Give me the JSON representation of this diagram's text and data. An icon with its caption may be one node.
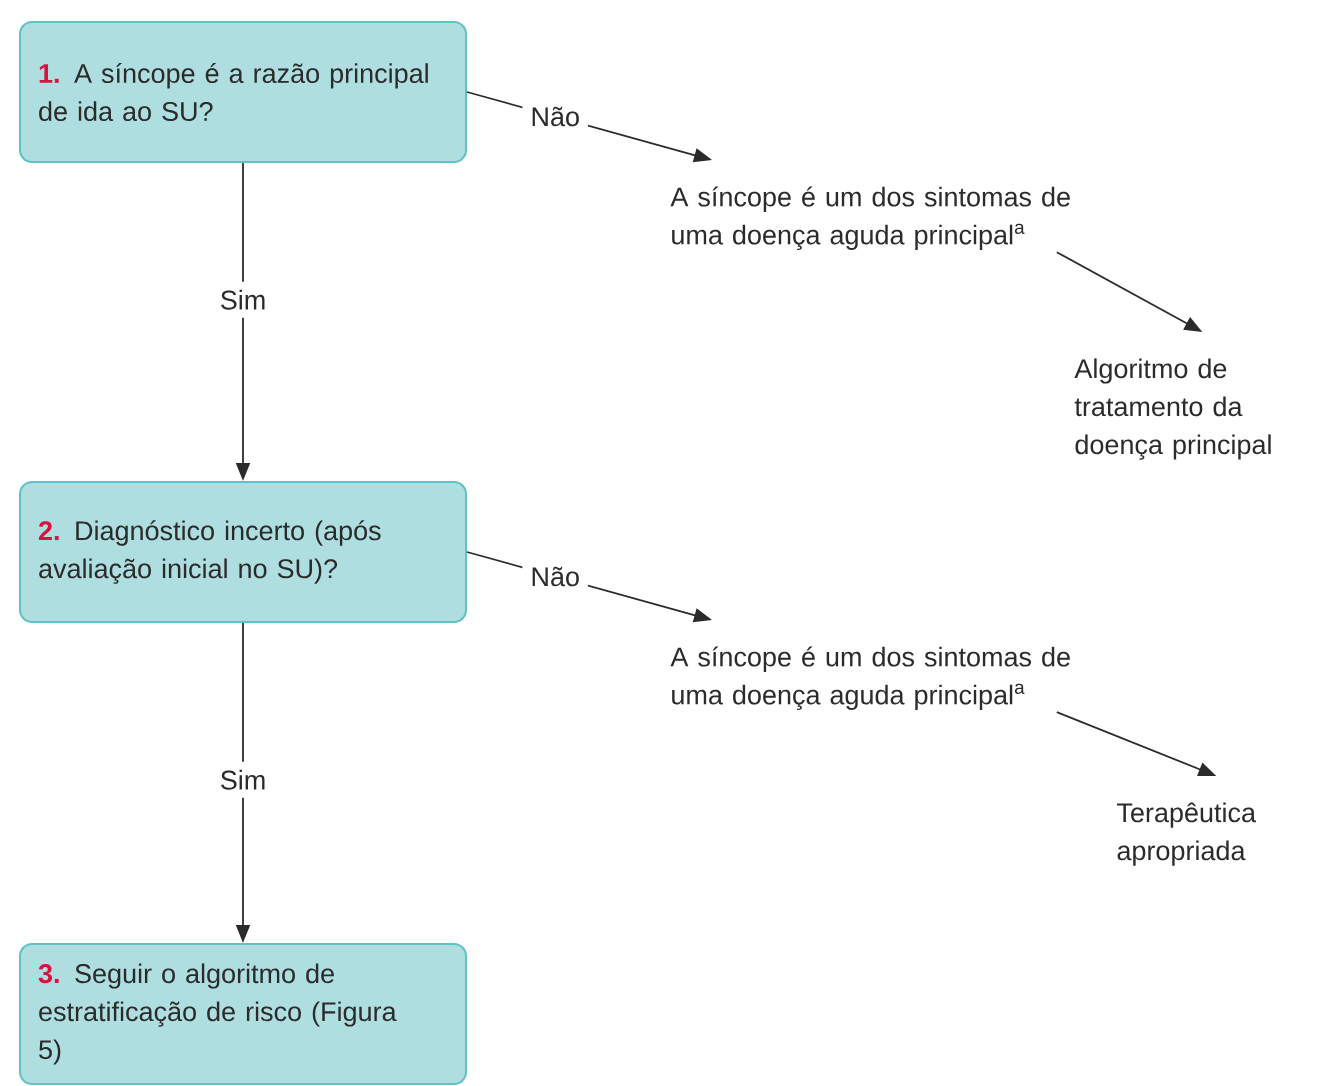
{
  "diagram": {
    "nodes": [
      {
        "text": [
          "1.",
          "A síncope é a razão principal de ida ao SU?"
        ]
      },
      {
        "text": [
          "A síncope é um dos sintomas de uma doença aguda principal$^{a}$"
        ]
      },
      {
        "text": [
          "Algoritmo de tratamento da doença principal"
        ]
      },
      {
        "text": [
          "2.",
          "Diagnóstico incerto (após avaliação inicial no SU)?"
        ]
      },
      {
        "text": [
          "A síncope é um dos sintomas de uma doença aguda principal$^{a}$"
        ]
      },
      {
        "text": [
          "Terapêutica apropriada"
        ]
      },
      {
        "text": [
          "3.",
          "Seguir o algoritmo de estratificação de risco (Figura 5)"
        ]
      }
    ],
    "edges": [
      {
        "from": 0,
        "to": 1,
        "arrow": "to",
        "label": "Não"
      },
      {
        "from": 1,
        "to": 2,
        "arrow": "to"
      },
      {
        "from": 0,
        "to": 3,
        "arrow": "to",
        "label": "Sim"
      },
      {
        "from": 3,
        "to": 4,
        "arrow": "to",
        "label": "Não"
      },
      {
        "from": 4,
        "to": 5,
        "arrow": "to"
      },
      {
        "from": 3,
        "to": 6,
        "arrow": "to",
        "label": "Sim"
      }
    ]
  }
}
